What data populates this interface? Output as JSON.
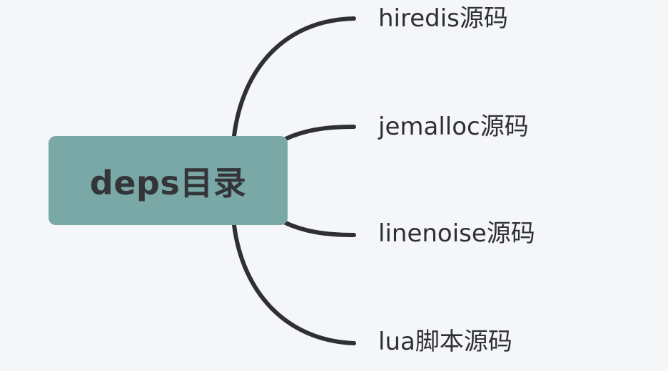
{
  "mindmap": {
    "root": {
      "label": "deps目录"
    },
    "children": [
      {
        "label": "hiredis源码"
      },
      {
        "label": "jemalloc源码"
      },
      {
        "label": "linenoise源码"
      },
      {
        "label": "lua脚本源码"
      }
    ]
  },
  "colors": {
    "background": "#f5f6f8",
    "root_fill": "#7aa8a6",
    "connector": "#2f3033",
    "text": "#2f3033"
  }
}
